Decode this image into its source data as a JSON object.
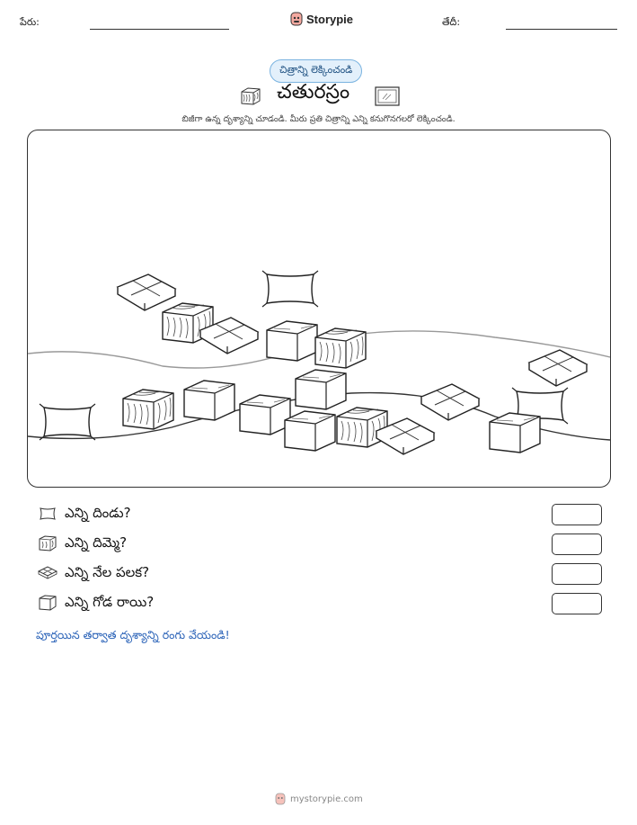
{
  "header": {
    "name_label": "పేరు:",
    "brand": "Storypie",
    "date_label": "తేదీ:"
  },
  "pill_label": "చిత్రాన్ని లెక్కించండి",
  "title": "చతురస్రం",
  "instruction": "బిజీగా ఉన్న దృశ్యాన్ని చూడండి. మీరు ప్రతి చిత్రాన్ని ఎన్ని కనుగొనగలరో లెక్కించండి.",
  "questions": [
    {
      "icon": "pillow-icon",
      "text": "ఎన్ని దిండు?"
    },
    {
      "icon": "hay-bale-icon",
      "text": "ఎన్ని దిమ్మె?"
    },
    {
      "icon": "floor-tile-icon",
      "text": "ఎన్ని నేల పలక?"
    },
    {
      "icon": "stone-block-icon",
      "text": "ఎన్ని గోడ రాయి?"
    }
  ],
  "completion_note": "పూర్తయిన తర్వాత దృశ్యాన్ని రంగు వేయండి!",
  "footer": "mystorypie.com"
}
